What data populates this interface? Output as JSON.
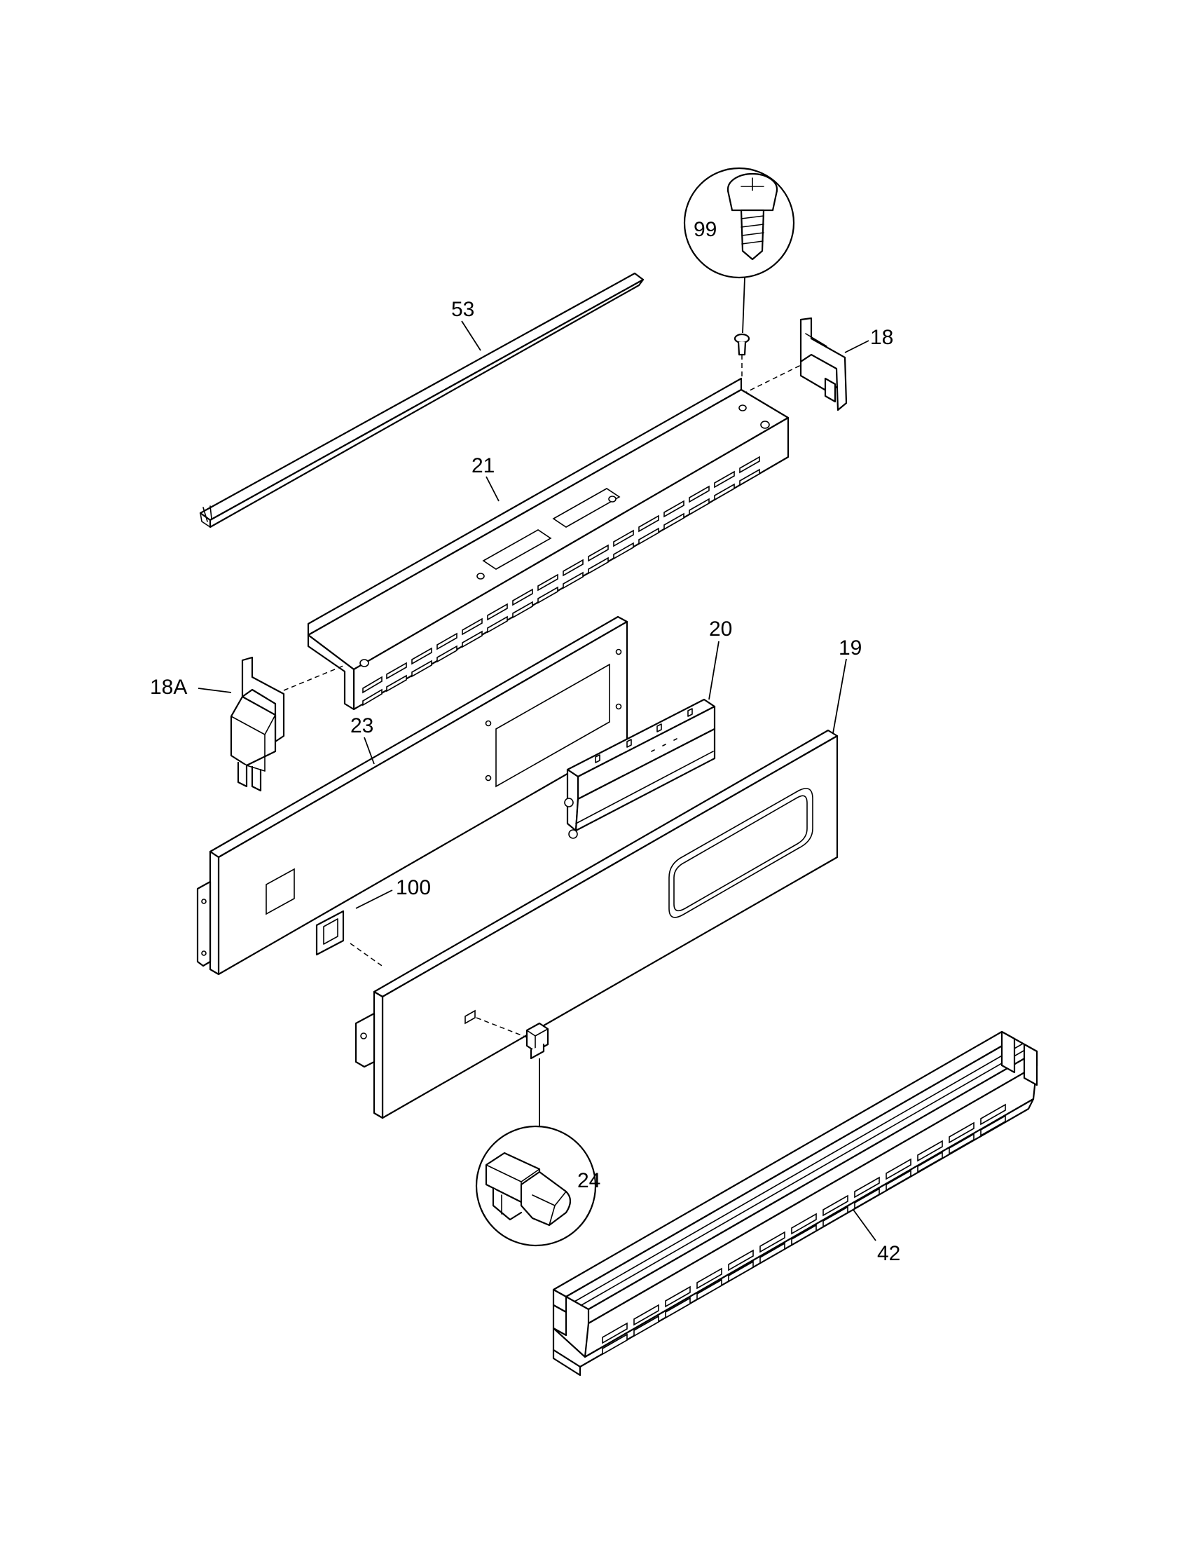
{
  "callouts": {
    "c99": "99",
    "c53": "53",
    "c18": "18",
    "c21": "21",
    "c20": "20",
    "c19": "19",
    "c18A": "18A",
    "c23": "23",
    "c100": "100",
    "c24": "24",
    "c42": "42"
  },
  "colors": {
    "line": "#000000",
    "background": "#ffffff"
  }
}
